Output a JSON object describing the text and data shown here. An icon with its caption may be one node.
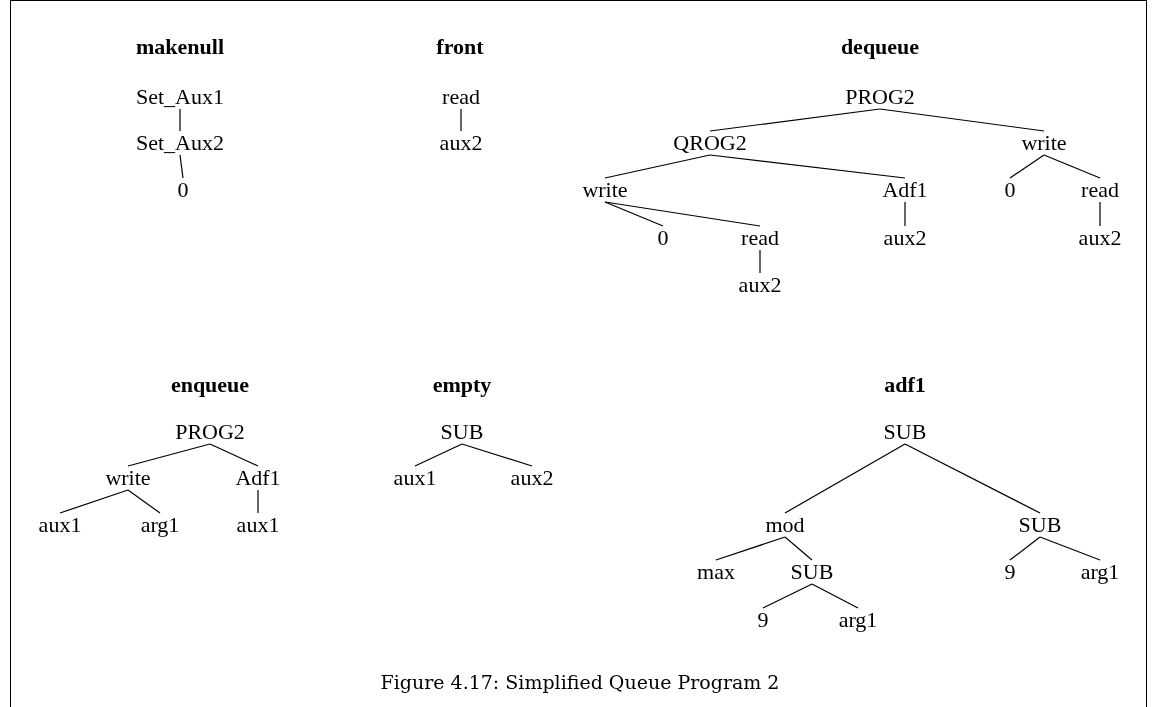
{
  "diagram": {
    "caption": "Figure 4.17: Simplified Queue Program 2",
    "nodes": [
      {
        "text": [
          "Set_Aux1"
        ]
      },
      {
        "text": [
          "Set_Aux2"
        ]
      },
      {
        "text": [
          "0"
        ]
      },
      {
        "text": [
          "read"
        ]
      },
      {
        "text": [
          "aux2"
        ]
      },
      {
        "text": [
          "PROG2"
        ]
      },
      {
        "text": [
          "QROG2"
        ]
      },
      {
        "text": [
          "write"
        ]
      },
      {
        "text": [
          "write"
        ]
      },
      {
        "text": [
          "Adf1"
        ]
      },
      {
        "text": [
          "0"
        ]
      },
      {
        "text": [
          "read"
        ]
      },
      {
        "text": [
          "0"
        ]
      },
      {
        "text": [
          "read"
        ]
      },
      {
        "text": [
          "aux2"
        ]
      },
      {
        "text": [
          "aux2"
        ]
      },
      {
        "text": [
          "aux2"
        ]
      },
      {
        "text": [
          "PROG2"
        ]
      },
      {
        "text": [
          "write"
        ]
      },
      {
        "text": [
          "Adf1"
        ]
      },
      {
        "text": [
          "aux1"
        ]
      },
      {
        "text": [
          "arg1"
        ]
      },
      {
        "text": [
          "aux1"
        ]
      },
      {
        "text": [
          "SUB"
        ]
      },
      {
        "text": [
          "aux1"
        ]
      },
      {
        "text": [
          "aux2"
        ]
      },
      {
        "text": [
          "SUB"
        ]
      },
      {
        "text": [
          "mod"
        ]
      },
      {
        "text": [
          "SUB"
        ]
      },
      {
        "text": [
          "max"
        ]
      },
      {
        "text": [
          "SUB"
        ]
      },
      {
        "text": [
          "9"
        ]
      },
      {
        "text": [
          "arg1"
        ]
      },
      {
        "text": [
          "9"
        ]
      },
      {
        "text": [
          "arg1"
        ]
      }
    ],
    "edges": [
      {
        "from": 0,
        "to": 1,
        "arrow": "none"
      },
      {
        "from": 1,
        "to": 2,
        "arrow": "none"
      },
      {
        "from": 3,
        "to": 4,
        "arrow": "none"
      },
      {
        "from": 5,
        "to": 6,
        "arrow": "none"
      },
      {
        "from": 5,
        "to": 7,
        "arrow": "none"
      },
      {
        "from": 6,
        "to": 8,
        "arrow": "none"
      },
      {
        "from": 6,
        "to": 9,
        "arrow": "none"
      },
      {
        "from": 7,
        "to": 10,
        "arrow": "none"
      },
      {
        "from": 7,
        "to": 11,
        "arrow": "none"
      },
      {
        "from": 8,
        "to": 12,
        "arrow": "none"
      },
      {
        "from": 8,
        "to": 13,
        "arrow": "none"
      },
      {
        "from": 9,
        "to": 14,
        "arrow": "none"
      },
      {
        "from": 11,
        "to": 15,
        "arrow": "none"
      },
      {
        "from": 13,
        "to": 16,
        "arrow": "none"
      },
      {
        "from": 17,
        "to": 18,
        "arrow": "none"
      },
      {
        "from": 17,
        "to": 19,
        "arrow": "none"
      },
      {
        "from": 18,
        "to": 20,
        "arrow": "none"
      },
      {
        "from": 18,
        "to": 21,
        "arrow": "none"
      },
      {
        "from": 19,
        "to": 22,
        "arrow": "none"
      },
      {
        "from": 23,
        "to": 24,
        "arrow": "none"
      },
      {
        "from": 23,
        "to": 25,
        "arrow": "none"
      },
      {
        "from": 26,
        "to": 27,
        "arrow": "none"
      },
      {
        "from": 26,
        "to": 28,
        "arrow": "none"
      },
      {
        "from": 27,
        "to": 29,
        "arrow": "none"
      },
      {
        "from": 27,
        "to": 30,
        "arrow": "none"
      },
      {
        "from": 28,
        "to": 31,
        "arrow": "none"
      },
      {
        "from": 28,
        "to": 32,
        "arrow": "none"
      },
      {
        "from": 30,
        "to": 33,
        "arrow": "none"
      },
      {
        "from": 30,
        "to": 34,
        "arrow": "none"
      }
    ],
    "labels": [
      "makenull",
      "front",
      "dequeue",
      "enqueue",
      "empty",
      "adf1"
    ]
  }
}
